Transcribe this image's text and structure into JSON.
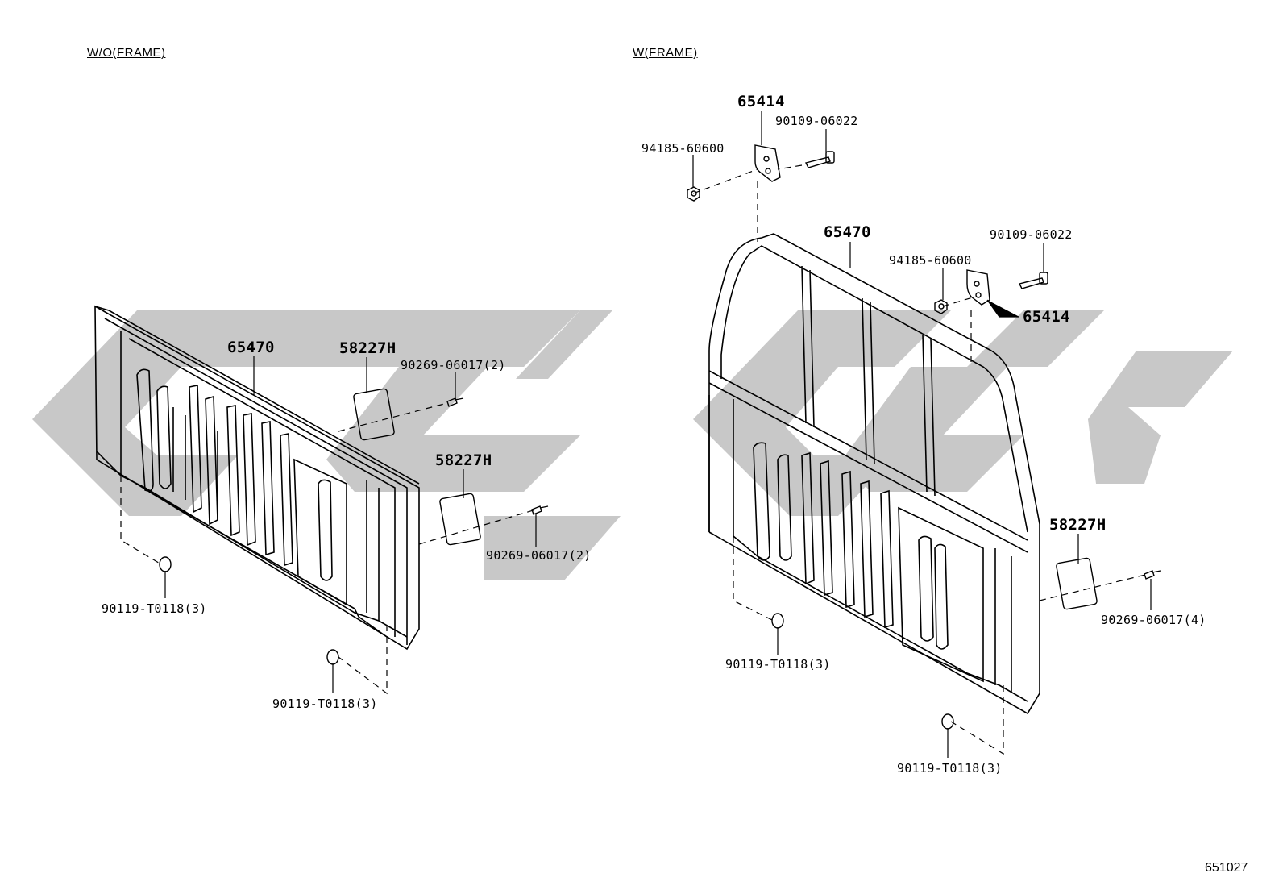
{
  "sections": {
    "left": "W/O(FRAME)",
    "right": "W(FRAME)"
  },
  "labels": {
    "l_panel": "65470",
    "l_plate1": "58227H",
    "l_screw1": "90269-06017(2)",
    "l_plate2": "58227H",
    "l_screw2": "90269-06017(2)",
    "l_bolt1": "90119-T0118(3)",
    "l_bolt2": "90119-T0118(3)",
    "r_bracket_top": "65414",
    "r_bolt_top": "90109-06022",
    "r_nut_top": "94185-60600",
    "r_panel": "65470",
    "r_bolt_mid": "90109-06022",
    "r_nut_mid": "94185-60600",
    "r_bracket_mid": "65414",
    "r_plate": "58227H",
    "r_screw": "90269-06017(4)",
    "r_bolt1": "90119-T0118(3)",
    "r_bolt2": "90119-T0118(3)"
  },
  "diagram_code": "651027",
  "colors": {
    "watermark": "#c8c8c8",
    "line": "#000000"
  }
}
